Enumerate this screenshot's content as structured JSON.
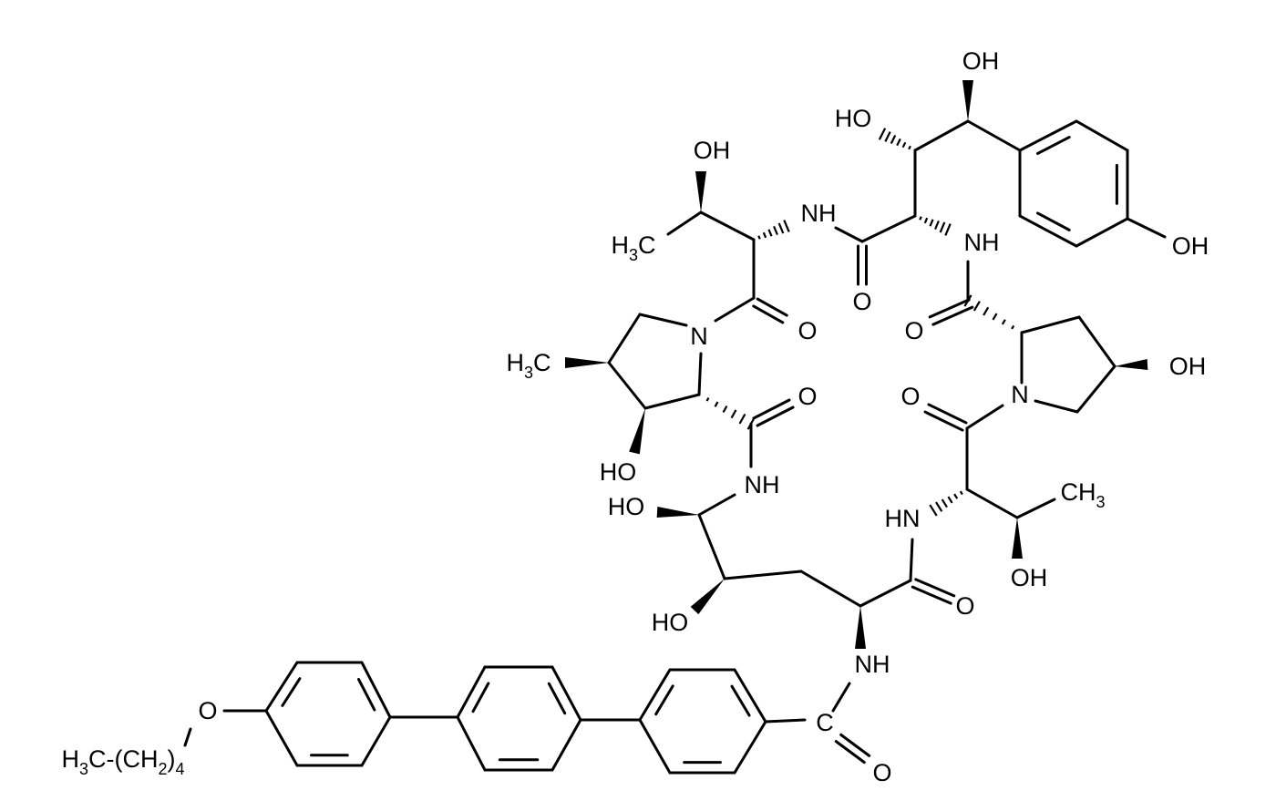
{
  "molecule": {
    "atoms": {
      "oh_benzylic": "OH",
      "ho_diol": "HO",
      "oh_thr_top": "OH",
      "nh_top_left": "NH",
      "h3c_thr_top": {
        "a": "H",
        "sub": "3",
        "b": "C"
      },
      "nh_top_right": "NH",
      "oh_phenol": "OH",
      "o_top_carbonyl": "O",
      "o_right_upper": "O",
      "h3c_pyrrolidine": {
        "a": "H",
        "sub": "3",
        "b": "C"
      },
      "n_left": "N",
      "o_left_upper": "O",
      "oh_hyp": "OH",
      "o_left_lower": "O",
      "o_right_lower": "O",
      "n_right": "N",
      "ho_pyrrolidine": "HO",
      "nh_left": "NH",
      "ho_hemiaminal": "HO",
      "hn_right": "HN",
      "ch3_thr_bottom": {
        "a": "CH",
        "sub": "3"
      },
      "oh_thr_bottom": "OH",
      "o_bottom": "O",
      "ho_orn": "HO",
      "nh_side": "NH",
      "o_ether": "O",
      "c_amide": "C",
      "o_amide": "O",
      "pentyl": {
        "a": "H",
        "sub1": "3",
        "b": "C-(CH",
        "sub2": "2",
        "c": ")",
        "sub3": "4"
      }
    }
  }
}
